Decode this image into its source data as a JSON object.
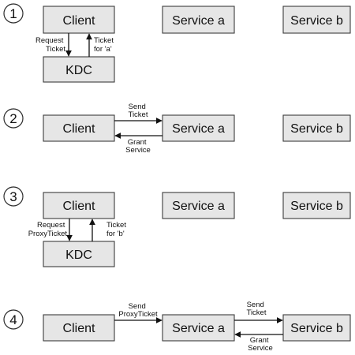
{
  "steps": [
    {
      "number": "1",
      "boxes": {
        "client": "Client",
        "service_a": "Service a",
        "service_b": "Service b",
        "kdc": "KDC"
      },
      "arrows": {
        "request": [
          "Request",
          "Ticket"
        ],
        "response": [
          "Ticket",
          "for 'a'"
        ]
      }
    },
    {
      "number": "2",
      "boxes": {
        "client": "Client",
        "service_a": "Service a",
        "service_b": "Service b"
      },
      "arrows": {
        "send": [
          "Send",
          "Ticket"
        ],
        "grant": [
          "Grant",
          "Service"
        ]
      }
    },
    {
      "number": "3",
      "boxes": {
        "client": "Client",
        "service_a": "Service a",
        "service_b": "Service b",
        "kdc": "KDC"
      },
      "arrows": {
        "request": [
          "Request",
          "ProxyTicket"
        ],
        "response": [
          "Ticket",
          "for 'b'"
        ]
      }
    },
    {
      "number": "4",
      "boxes": {
        "client": "Client",
        "service_a": "Service a",
        "service_b": "Service b"
      },
      "arrows": {
        "send_proxy": [
          "Send",
          "ProxyTicket"
        ],
        "send": [
          "Send",
          "Ticket"
        ],
        "grant": [
          "Grant",
          "Service"
        ]
      }
    }
  ]
}
